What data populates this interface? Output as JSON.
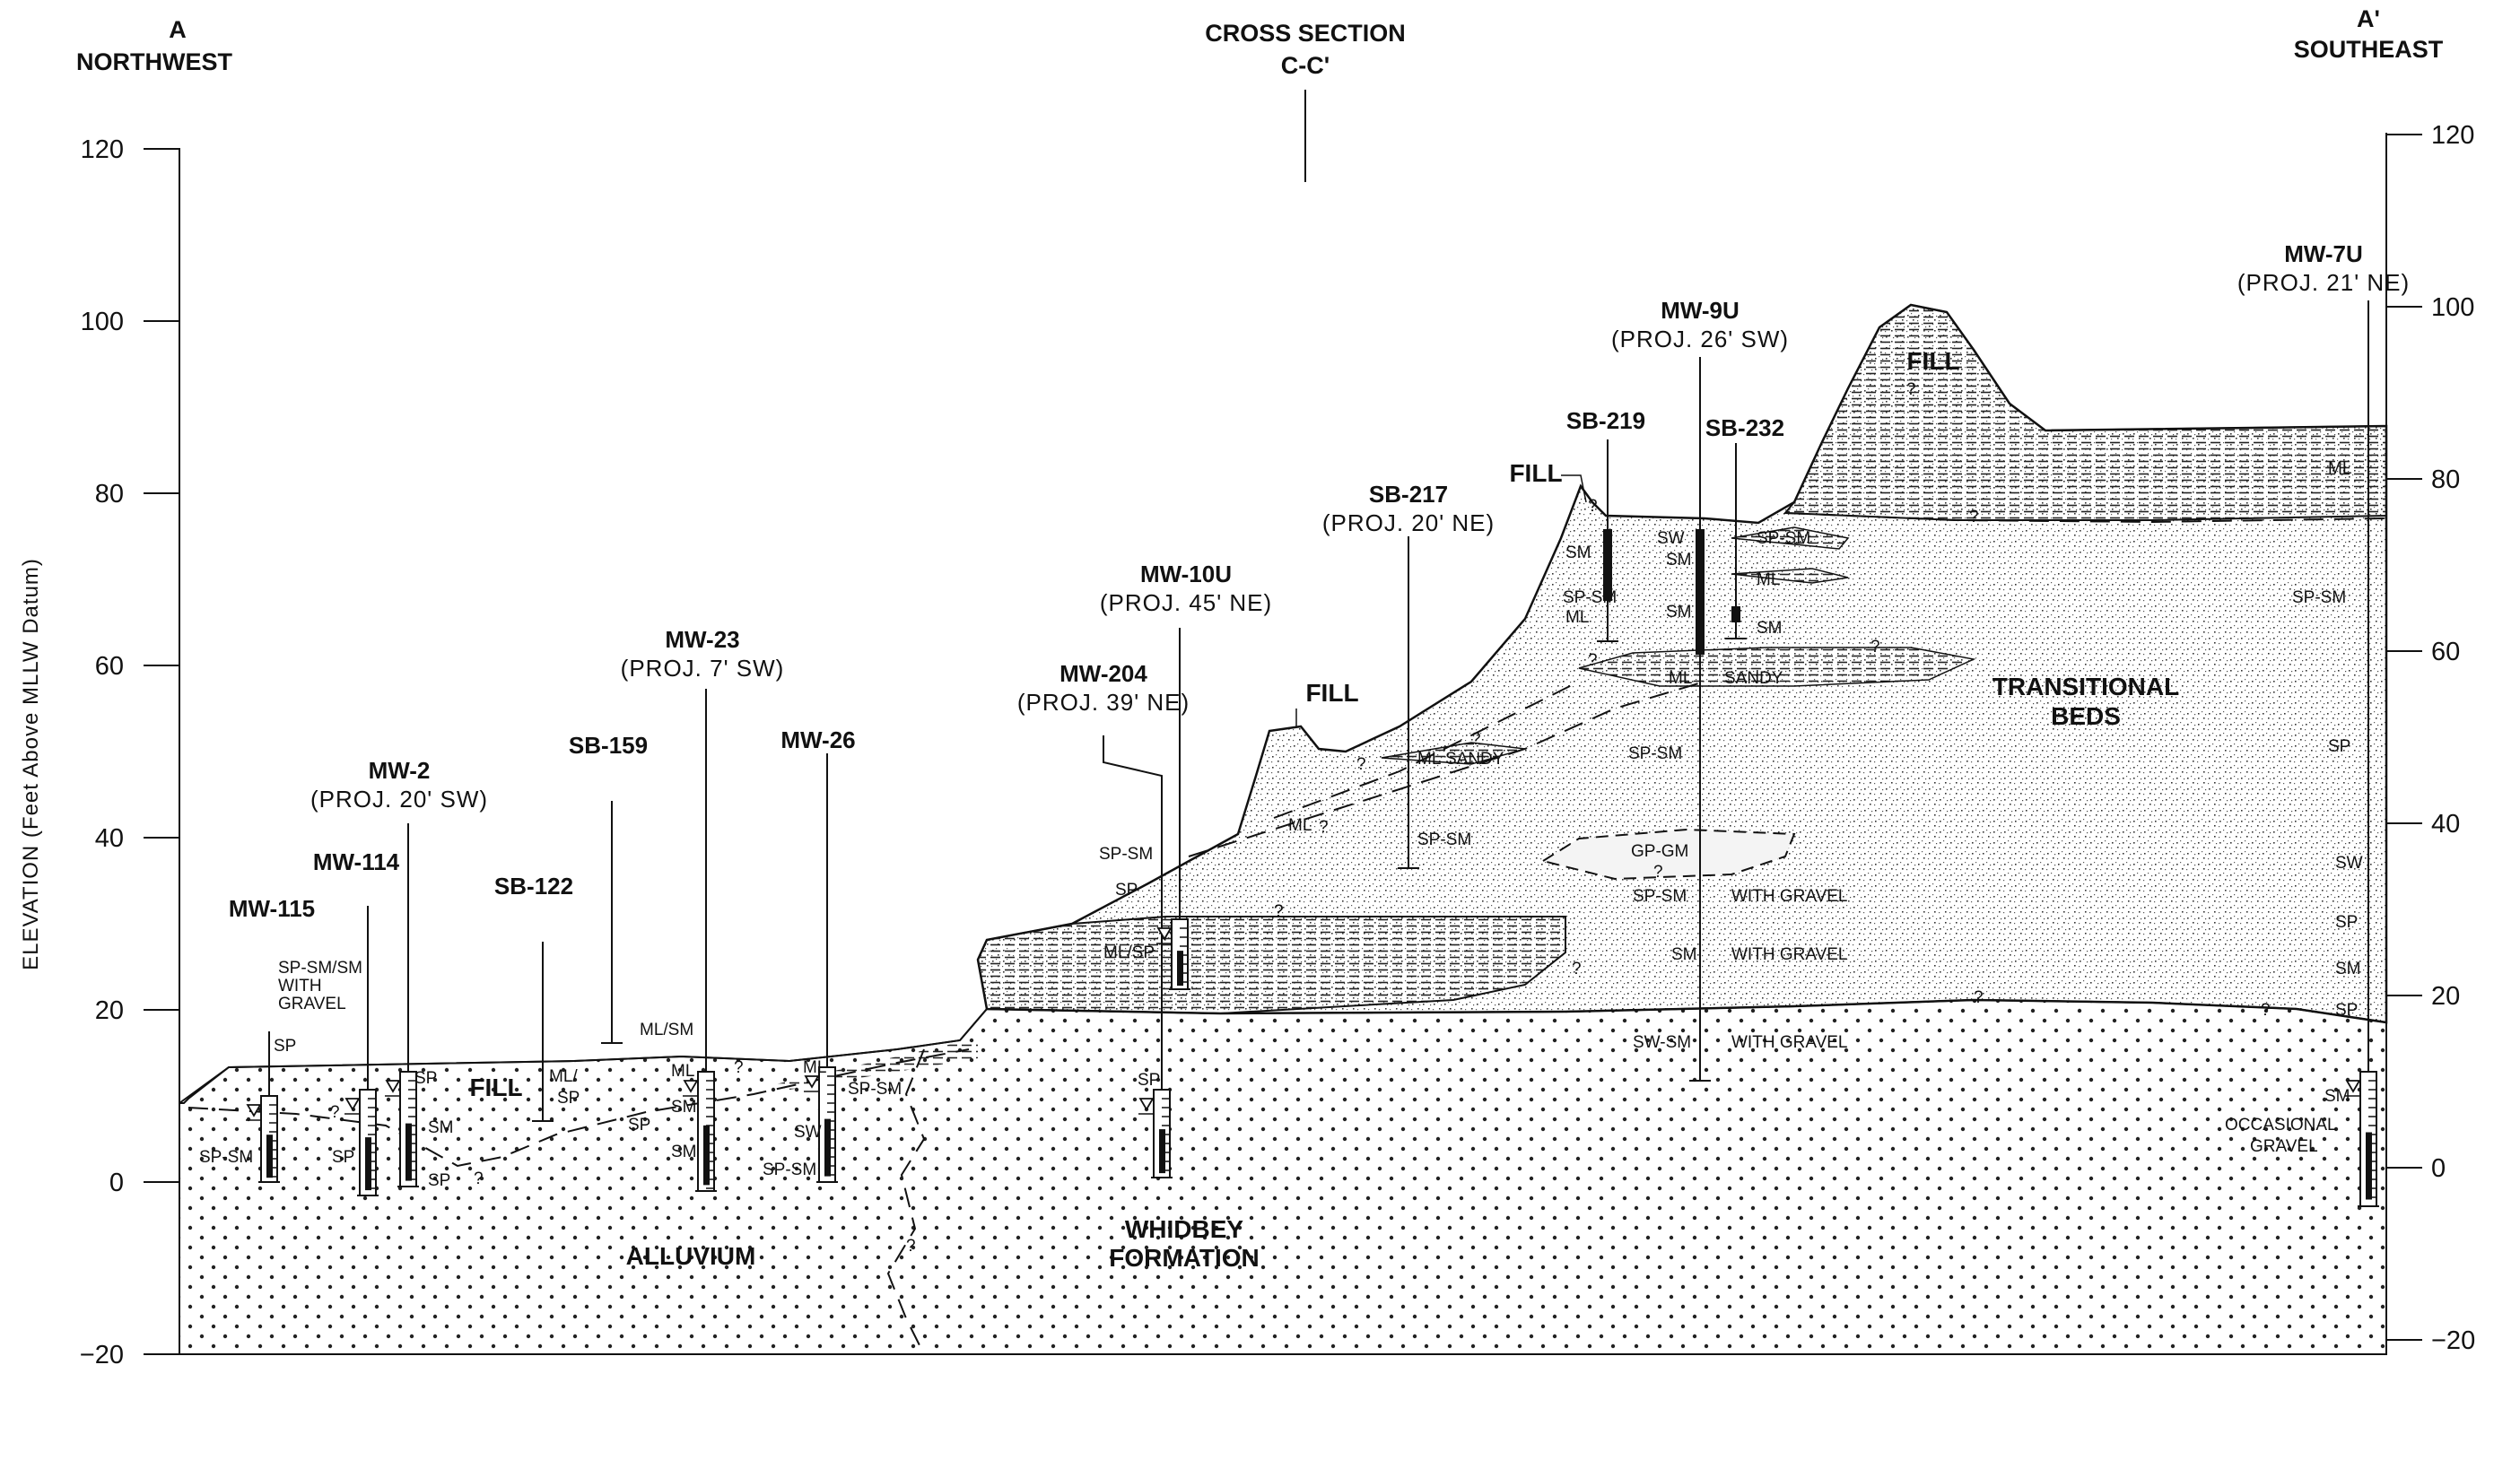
{
  "headers": {
    "left_letter": "A",
    "left_dir": "NORTHWEST",
    "center_line1": "CROSS SECTION",
    "center_line2": "C-C'",
    "right_letter": "A'",
    "right_dir": "SOUTHEAST"
  },
  "axis": {
    "label": "ELEVATION (Feet Above MLLW Datum)",
    "ticks": [
      120,
      100,
      80,
      60,
      40,
      20,
      0,
      -20
    ],
    "tick_labels": [
      "120",
      "100",
      "80",
      "60",
      "40",
      "20",
      "0",
      "−20"
    ],
    "range": [
      -20,
      120
    ]
  },
  "units": {
    "fill_labels": [
      "FILL",
      "FILL",
      "FILL",
      "FILL"
    ],
    "alluvium": "ALLUVIUM",
    "whidbey_1": "WHIDBEY",
    "whidbey_2": "FORMATION",
    "transitional_1": "TRANSITIONAL",
    "transitional_2": "BEDS"
  },
  "wells": [
    {
      "name": "MW-115",
      "proj": ""
    },
    {
      "name": "MW-114",
      "proj": ""
    },
    {
      "name": "MW-2",
      "proj": "(PROJ. 20' SW)"
    },
    {
      "name": "SB-122",
      "proj": ""
    },
    {
      "name": "SB-159",
      "proj": ""
    },
    {
      "name": "MW-23",
      "proj": "(PROJ. 7' SW)"
    },
    {
      "name": "MW-26",
      "proj": ""
    },
    {
      "name": "MW-204",
      "proj": "(PROJ. 39' NE)"
    },
    {
      "name": "MW-10U",
      "proj": "(PROJ. 45' NE)"
    },
    {
      "name": "SB-217",
      "proj": "(PROJ. 20' NE)"
    },
    {
      "name": "SB-219",
      "proj": ""
    },
    {
      "name": "MW-9U",
      "proj": "(PROJ. 26' SW)"
    },
    {
      "name": "SB-232",
      "proj": ""
    },
    {
      "name": "MW-7U",
      "proj": "(PROJ. 21' NE)"
    }
  ],
  "lith": {
    "l0": "SP-SM/SM",
    "l1": "WITH",
    "l2": "GRAVEL",
    "l3": "SP",
    "l4": "SP-SM",
    "l5": "SP",
    "l6": "SP",
    "l7": "SM",
    "l8": "SP",
    "l9": "ML/",
    "l10": "SP",
    "l11": "ML/SM",
    "l12": "SP",
    "l13": "ML",
    "l14": "SM",
    "l15": "SM",
    "l16": "ML",
    "l17": "SP-SM",
    "l18": "SW",
    "l19": "SP-SM",
    "l20": "SP-SM",
    "l21": "SP",
    "l22": "ML/SP",
    "l23": "SP",
    "l24": "ML",
    "l25": "ML SANDY",
    "l26": "SP-SM",
    "l27": "SM",
    "l28": "SP-SM",
    "l29": "ML",
    "l30": "SW",
    "l31": "SM",
    "l32": "SM",
    "l33": "SP-SM",
    "l34": "ML",
    "l35": "SM",
    "l36": "ML",
    "l37": "SANDY",
    "l38": "SP-SM",
    "l39": "GP-GM",
    "l40": "SP-SM",
    "l41": "WITH GRAVEL",
    "l42": "SM",
    "l43": "WITH GRAVEL",
    "l44": "SW-SM",
    "l45": "WITH GRAVEL",
    "l46": "ML",
    "l47": "SP-SM",
    "l48": "SP",
    "l49": "SW",
    "l50": "SP",
    "l51": "SM",
    "l52": "SP",
    "l53": "SM",
    "l54": "OCCASIONAL",
    "l55": "GRAVEL",
    "q": [
      "?",
      "?",
      "?",
      "?",
      "?",
      "?",
      "?",
      "?",
      "?",
      "?",
      "?",
      "?",
      "?",
      "?",
      "?",
      "?",
      "?",
      "?"
    ]
  },
  "colors": {
    "ink": "#111111",
    "background": "#ffffff"
  }
}
